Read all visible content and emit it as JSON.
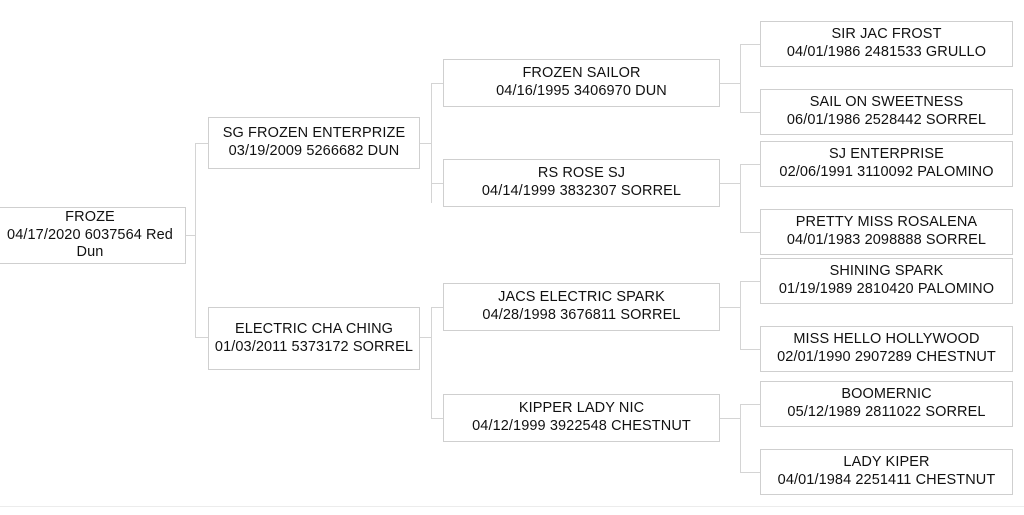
{
  "chart": {
    "type": "pedigree-tree",
    "title": "",
    "generations": 4,
    "colors": {
      "box_border": "#cfcfcf",
      "box_background": "#ffffff",
      "connector": "#d4d4d4",
      "text": "#111111"
    }
  },
  "nodes": {
    "gen1": [
      {
        "name": "FROZE",
        "details": "04/17/2020 6037564 Red Dun",
        "birth_date": "04/17/2020",
        "registration": "6037564",
        "color": "Red Dun",
        "clipped_left": true
      }
    ],
    "gen2": [
      {
        "name": "SG FROZEN ENTERPRIZE",
        "details": "03/19/2009 5266682 DUN",
        "birth_date": "03/19/2009",
        "registration": "5266682",
        "color": "DUN"
      },
      {
        "name": "ELECTRIC CHA CHING",
        "details": "01/03/2011 5373172 SORREL",
        "birth_date": "01/03/2011",
        "registration": "5373172",
        "color": "SORREL"
      }
    ],
    "gen3": [
      {
        "name": "FROZEN SAILOR",
        "details": "04/16/1995 3406970 DUN",
        "birth_date": "04/16/1995",
        "registration": "3406970",
        "color": "DUN"
      },
      {
        "name": "RS ROSE SJ",
        "details": "04/14/1999 3832307 SORREL",
        "birth_date": "04/14/1999",
        "registration": "3832307",
        "color": "SORREL"
      },
      {
        "name": "JACS ELECTRIC SPARK",
        "details": "04/28/1998 3676811 SORREL",
        "birth_date": "04/28/1998",
        "registration": "3676811",
        "color": "SORREL"
      },
      {
        "name": "KIPPER LADY NIC",
        "details": "04/12/1999 3922548 CHESTNUT",
        "birth_date": "04/12/1999",
        "registration": "3922548",
        "color": "CHESTNUT"
      }
    ],
    "gen4": [
      {
        "name": "SIR JAC FROST",
        "details": "04/01/1986 2481533 GRULLO",
        "birth_date": "04/01/1986",
        "registration": "2481533",
        "color": "GRULLO"
      },
      {
        "name": "SAIL ON SWEETNESS",
        "details": "06/01/1986 2528442 SORREL",
        "birth_date": "06/01/1986",
        "registration": "2528442",
        "color": "SORREL"
      },
      {
        "name": "SJ ENTERPRISE",
        "details": "02/06/1991 3110092 PALOMINO",
        "birth_date": "02/06/1991",
        "registration": "3110092",
        "color": "PALOMINO"
      },
      {
        "name": "PRETTY MISS ROSALENA",
        "details": "04/01/1983 2098888 SORREL",
        "birth_date": "04/01/1983",
        "registration": "2098888",
        "color": "SORREL"
      },
      {
        "name": "SHINING SPARK",
        "details": "01/19/1989 2810420 PALOMINO",
        "birth_date": "01/19/1989",
        "registration": "2810420",
        "color": "PALOMINO"
      },
      {
        "name": "MISS HELLO HOLLYWOOD",
        "details": "02/01/1990 2907289 CHESTNUT",
        "birth_date": "02/01/1990",
        "registration": "2907289",
        "color": "CHESTNUT"
      },
      {
        "name": "BOOMERNIC",
        "details": "05/12/1989 2811022 SORREL",
        "birth_date": "05/12/1989",
        "registration": "2811022",
        "color": "SORREL"
      },
      {
        "name": "LADY KIPER",
        "details": "04/01/1984 2251411 CHESTNUT",
        "birth_date": "04/01/1984",
        "registration": "2251411",
        "color": "CHESTNUT"
      }
    ]
  }
}
